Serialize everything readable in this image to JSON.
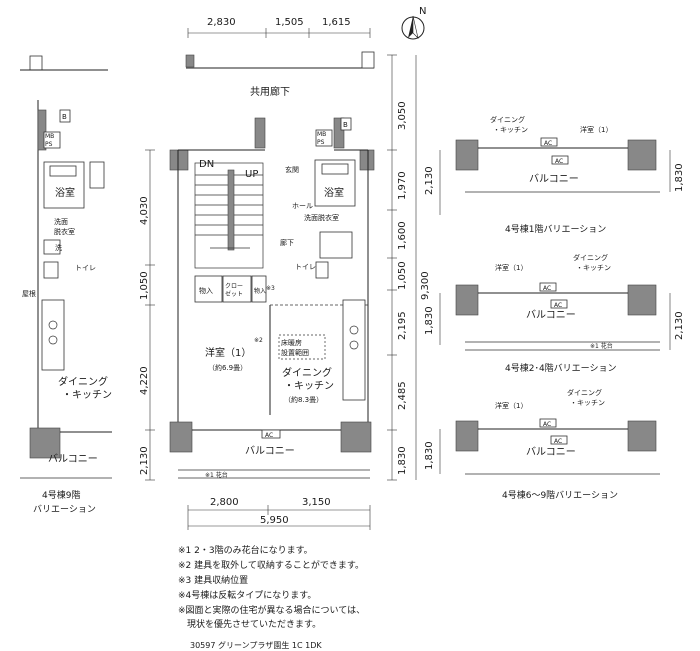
{
  "compass": {
    "label": "N"
  },
  "top_dims": [
    "2,830",
    "1,505",
    "1,615"
  ],
  "corridor_label": "共用廊下",
  "right_dims": [
    "3,050",
    "1,970",
    "1,600",
    "1,050",
    "2,195",
    "2,485",
    "1,830"
  ],
  "total_depth": "9,300",
  "left_dims": [
    "4,030",
    "1,050",
    "4,220",
    "2,130"
  ],
  "bottom_dims": [
    "2,800",
    "3,150"
  ],
  "bottom_total": "5,950",
  "rooms": {
    "bath": "浴室",
    "washroom": "洗面脱衣室",
    "wash": "洗",
    "toilet": "トイレ",
    "hall": "ホール",
    "entrance": "玄関",
    "corridor": "廊下",
    "bedroom": "洋室（1）",
    "bedroom_area": "（約6.9畳）",
    "dining": "ダイニング",
    "kitchen": "・キッチン",
    "dining_area": "（約8.3畳）",
    "balcony": "バルコニー",
    "storage": "物入",
    "closet_1": "クロー",
    "closet_2": "ゼット",
    "storage_short": "物入",
    "floor_heat_1": "床暖房",
    "floor_heat_2": "設置範囲",
    "roof": "屋根",
    "dn": "DN",
    "up": "UP",
    "ac": "AC",
    "mb": "MB",
    "ps": "PS",
    "b": "B",
    "wash_left": "洗面",
    "wash_left_2": "脱衣室",
    "planter": "※1 花台"
  },
  "marks": {
    "m2": "※2",
    "m3": "※3"
  },
  "left_variation": {
    "line1": "4号棟9階",
    "line2": "バリエーション"
  },
  "variations": [
    {
      "caption": "4号棟1階バリエーション",
      "left_dim": "2,130",
      "right_dim": "1,830"
    },
    {
      "caption": "4号棟2･4階バリエーション",
      "left_dim": "1,830",
      "right_dim": "2,130"
    },
    {
      "caption": "4号棟6～9階バリエーション",
      "left_dim": "1,830",
      "right_dim": ""
    }
  ],
  "notes": [
    "※1 2・3階のみ花台になります。",
    "※2 建具を取外して収納することができます。",
    "※3 建具収納位置",
    "※4号棟は反転タイプになります。",
    "※図面と実際の住宅が異なる場合については、",
    "　現状を優先させていただきます。"
  ],
  "footer": "30597 グリーンプラザ園生 1C 1DK"
}
